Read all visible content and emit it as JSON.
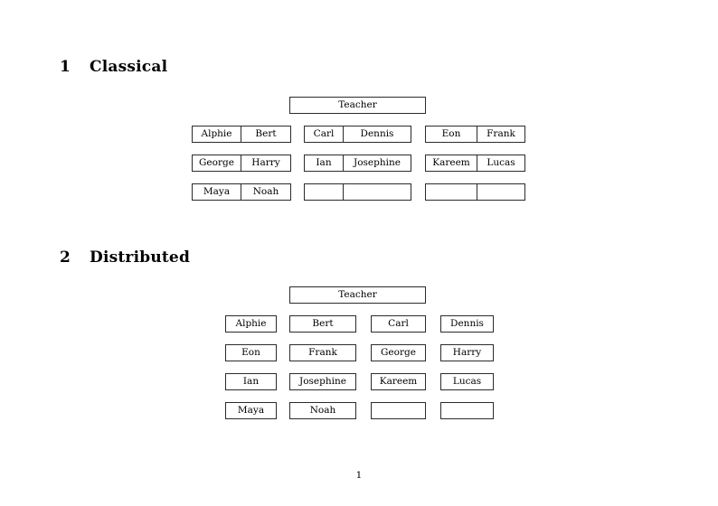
{
  "document": {
    "page_number": "1",
    "sections": [
      {
        "number": "1",
        "title": "Classical",
        "layout": "paired",
        "teacher_label": "Teacher",
        "columns": 3,
        "rows": [
          [
            [
              "Alphie",
              "Bert"
            ],
            [
              "Carl",
              "Dennis"
            ],
            [
              "Eon",
              "Frank"
            ]
          ],
          [
            [
              "George",
              "Harry"
            ],
            [
              "Ian",
              "Josephine"
            ],
            [
              "Kareem",
              "Lucas"
            ]
          ],
          [
            [
              "Maya",
              "Noah"
            ],
            [
              "",
              ""
            ],
            [
              "",
              ""
            ]
          ]
        ]
      },
      {
        "number": "2",
        "title": "Distributed",
        "layout": "single",
        "teacher_label": "Teacher",
        "columns": 4,
        "rows": [
          [
            "Alphie",
            "Bert",
            "Carl",
            "Dennis"
          ],
          [
            "Eon",
            "Frank",
            "George",
            "Harry"
          ],
          [
            "Ian",
            "Josephine",
            "Kareem",
            "Lucas"
          ],
          [
            "Maya",
            "Noah",
            "",
            ""
          ]
        ]
      }
    ]
  },
  "colors": {
    "page_background": "#ffffff",
    "text": "#000000",
    "box_border": "#2b2b2b"
  }
}
